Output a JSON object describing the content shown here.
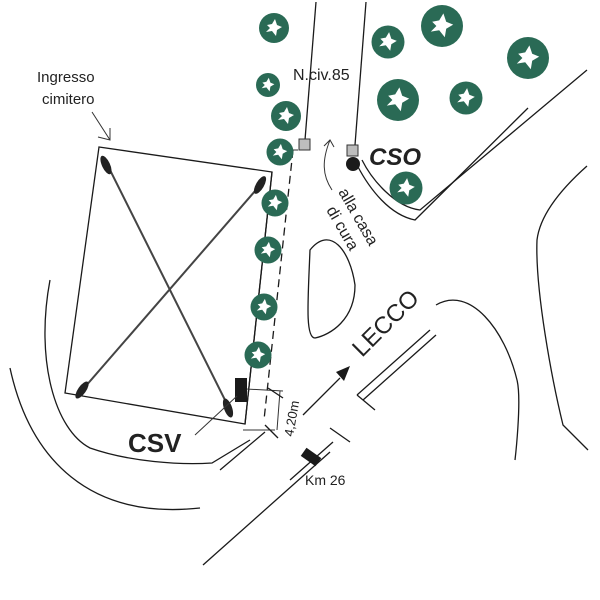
{
  "map": {
    "labels": {
      "ingresso_line1": "Ingresso",
      "ingresso_line2": "cimitero",
      "civic_number": "N.civ.85",
      "cso": "CSO",
      "casa_line1": "alla casa",
      "casa_line2": "di cura",
      "lecco": "LECCO",
      "csv": "CSV",
      "distance": "4,20m",
      "km": "Km 26"
    },
    "colors": {
      "tree": "#2a6a55",
      "marker_grey": "#bdbdbd",
      "ink": "#1a1a1a"
    },
    "icons": {
      "tree": "tree-icon",
      "grey_square": "marker-square-icon",
      "black_dot": "cso-point-icon",
      "black_rect": "csv-point-icon",
      "direction_arrow": "arrow-icon"
    }
  }
}
